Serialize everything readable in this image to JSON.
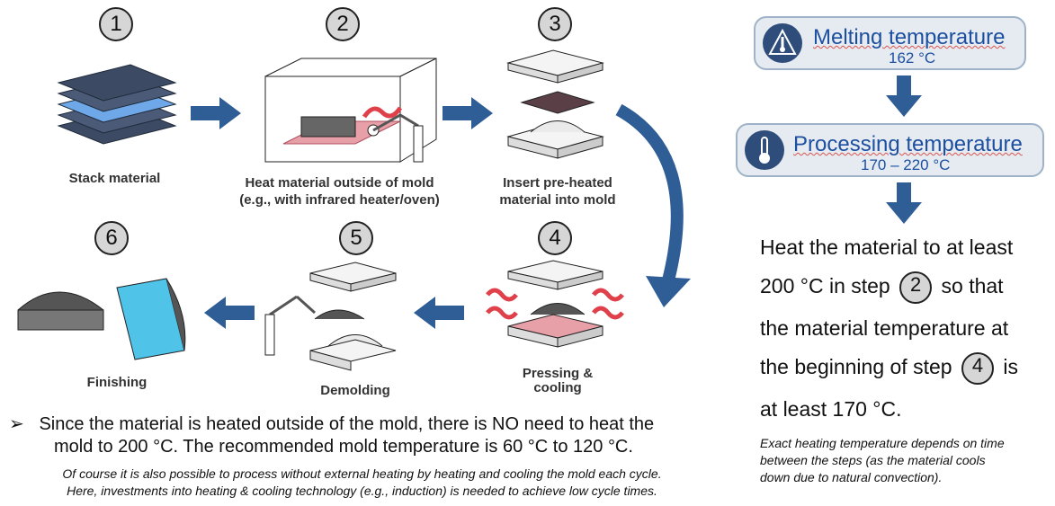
{
  "steps": [
    {
      "number": "1",
      "caption": [
        "Stack material"
      ]
    },
    {
      "number": "2",
      "caption": [
        "Heat material outside of mold",
        "(e.g., with infrared heater/oven)"
      ]
    },
    {
      "number": "3",
      "caption": [
        "Insert pre-heated",
        "material into mold"
      ]
    },
    {
      "number": "4",
      "caption": [
        "Pressing &",
        "cooling"
      ]
    },
    {
      "number": "5",
      "caption": [
        "Demolding"
      ]
    },
    {
      "number": "6",
      "caption": [
        "Finishing"
      ]
    }
  ],
  "melting": {
    "label": "Melting temperature",
    "value": "162 °C"
  },
  "processing": {
    "label": "Processing temperature",
    "value": "170 – 220 °C"
  },
  "heat_text": {
    "line1": "Heat the material to at least",
    "line2_pre": "200 °C in step",
    "line2_step": "2",
    "line2_post": "so that",
    "line3": "the material temperature at",
    "line4_pre": "the beginning of step",
    "line4_step": "4",
    "line4_post": "is",
    "line5": "at least 170 °C."
  },
  "side_note": [
    "Exact heating temperature depends on time",
    "between the steps (as the material cools",
    "down due to natural convection)."
  ],
  "bullet": {
    "marker": "➢",
    "line1": "Since the material is heated outside of the mold, there is NO need to heat the",
    "line2": "mold to 200 °C. The recommended mold temperature is 60 °C to 120 °C."
  },
  "footnote": [
    "Of course it is also possible to process without external heating by heating and cooling the mold each cycle.",
    "Here, investments into heating & cooling technology (e.g., induction) is needed to achieve low cycle times."
  ],
  "colors": {
    "arrow": "#2f5d95",
    "accent_text": "#1c4fa0",
    "box_bg": "#e6ebf1",
    "badge": "#d6d6d6"
  }
}
